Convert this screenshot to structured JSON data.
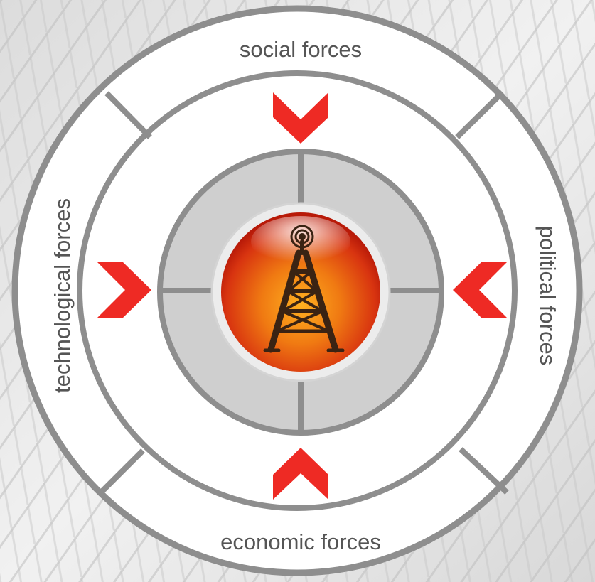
{
  "diagram": {
    "forces": {
      "top": "social forces",
      "right": "political forces",
      "bottom": "economic forces",
      "left": "technological forces"
    },
    "center_icon": "radio-tower-icon",
    "arrow_icon": "chevron-arrow-icon"
  },
  "colors": {
    "ring_stroke": "#8e8e8e",
    "outer_fill": "#ffffff",
    "inner_fill": "#cfcfcf",
    "arrow": "#ee2a24",
    "orb_center": "#ff9a1a",
    "orb_edge": "#c21c08",
    "tower": "#3a2313",
    "label_text": "#555555"
  }
}
